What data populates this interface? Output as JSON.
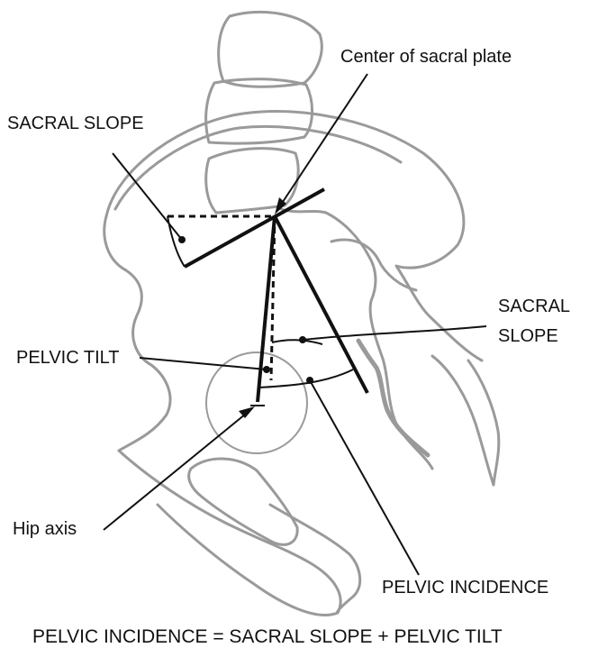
{
  "labels": {
    "center_of_sacral_plate": "Center of sacral plate",
    "sacral_slope_top": "SACRAL SLOPE",
    "sacral_slope_right_line1": "SACRAL",
    "sacral_slope_right_line2": "SLOPE",
    "pelvic_tilt": "PELVIC TILT",
    "hip_axis": "Hip axis",
    "pelvic_incidence": "PELVIC INCIDENCE"
  },
  "formula": "PELVIC INCIDENCE = SACRAL SLOPE + PELVIC TILT",
  "colors": {
    "bone_outline": "#9a9a9a",
    "measure_lines": "#111111",
    "background": "#ffffff"
  }
}
